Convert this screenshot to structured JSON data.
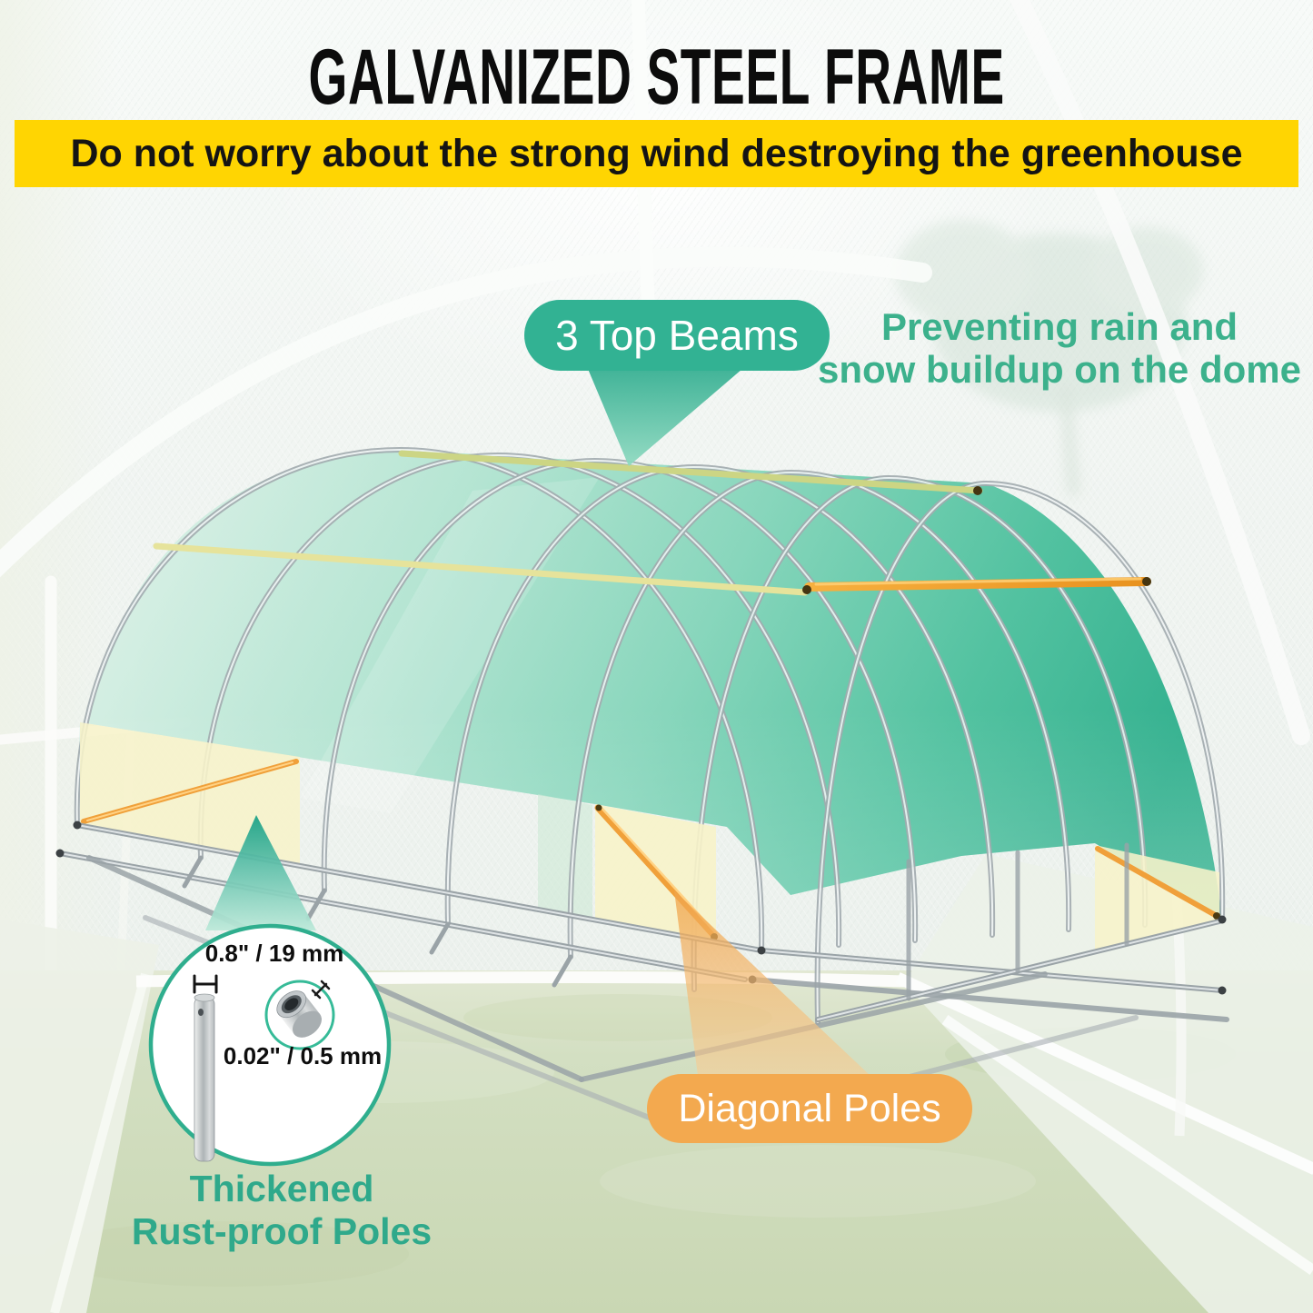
{
  "header": {
    "title": "GALVANIZED STEEL FRAME",
    "banner": "Do not worry about the strong wind destroying the greenhouse"
  },
  "labels": {
    "top_beams": {
      "pill": "3 Top Beams",
      "note_line1": "Preventing rain and",
      "note_line2": "snow buildup on the dome"
    },
    "pole_callout": {
      "outer_diameter": "0.8\" / 19 mm",
      "wall_thickness": "0.02\" / 0.5 mm",
      "caption_line1": "Thickened",
      "caption_line2": "Rust-proof Poles"
    },
    "diagonal_poles": {
      "pill": "Diagonal Poles"
    }
  },
  "colors": {
    "banner_bg": "#ffd502",
    "pill_green": "#32b293",
    "pill_orange": "#f3a94f",
    "accent_green_text": "#3cb18c",
    "canopy_teal": "#2fb090",
    "beam_yellow": "#e6e39b",
    "beam_orange_highlight": "#f2a23c",
    "frame_gray": "#9aa3a7",
    "panel_yellow": "#f7f3c9"
  }
}
